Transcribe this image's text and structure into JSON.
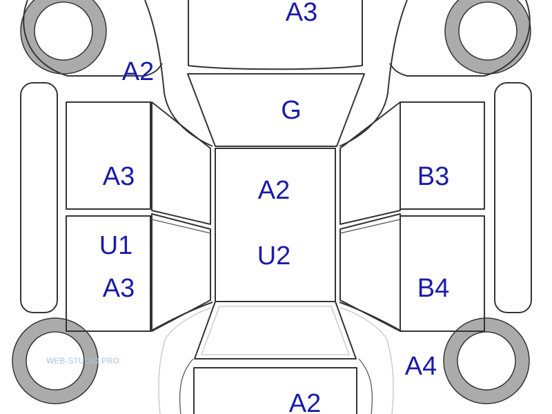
{
  "diagram": {
    "labels": {
      "hood": "A3",
      "windshield": "G",
      "roof_top": "A2",
      "roof_bottom": "U2",
      "front_left_door": "A3",
      "rear_left_door_top": "U1",
      "rear_left_door_bottom": "A3",
      "front_right_door": "B3",
      "rear_right_door": "B4",
      "front_left_fender": "A2",
      "rear_right_fender": "A4",
      "trunk": "A2"
    },
    "watermark": "WEB-STUDIO.PRO",
    "colors": {
      "label": "#1a1aa8",
      "outline": "#333333",
      "tire": "#ababab",
      "ghost_line": "#c4c4c4",
      "watermark": "#a9c4dc"
    }
  }
}
